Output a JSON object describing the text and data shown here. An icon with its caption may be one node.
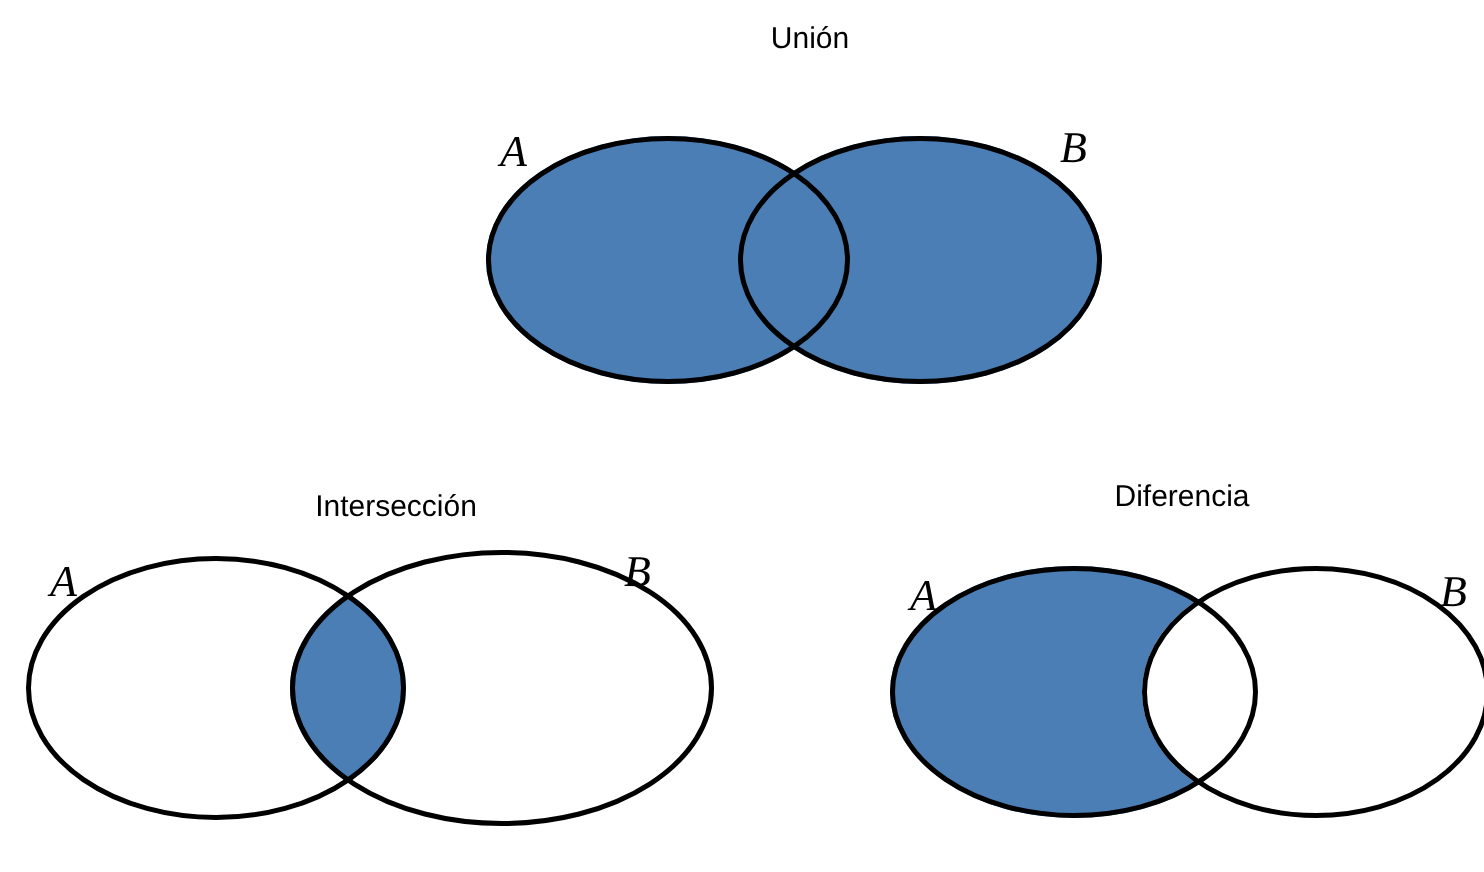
{
  "diagram": {
    "nodes": [
      {
        "text": [
          "A"
        ]
      },
      {
        "text": [
          "B"
        ]
      },
      {
        "text": [
          "A"
        ]
      },
      {
        "text": [
          "B"
        ]
      },
      {
        "text": [
          "A"
        ]
      },
      {
        "text": [
          "B"
        ]
      }
    ],
    "labels": [
      "Unión",
      "Intersección",
      "Diferencia"
    ]
  }
}
